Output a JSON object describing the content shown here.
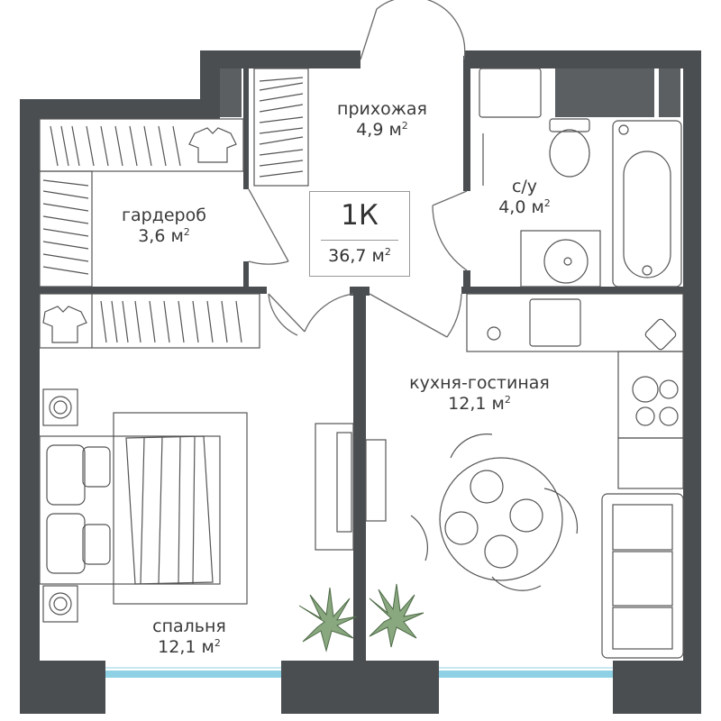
{
  "badge": {
    "type": "1К",
    "total_area": "36,7 м",
    "sup": "2"
  },
  "rooms": [
    {
      "id": "hall",
      "name": "прихожая",
      "area": "4,9 м",
      "sup": "2"
    },
    {
      "id": "wardrobe",
      "name": "гардероб",
      "area": "3,6 м",
      "sup": "2"
    },
    {
      "id": "bathroom",
      "name": "с/у",
      "area": "4,0 м",
      "sup": "2"
    },
    {
      "id": "kitchen",
      "name": "кухня-гостиная",
      "area": "12,1 м",
      "sup": "2"
    },
    {
      "id": "bedroom",
      "name": "спальня",
      "area": "12,1 м",
      "sup": "2"
    }
  ],
  "colors": {
    "wall": "#4a4e51",
    "glass": "#8fd1e4",
    "plant": "#8aa87f",
    "stroke": "#6b6b6b"
  }
}
